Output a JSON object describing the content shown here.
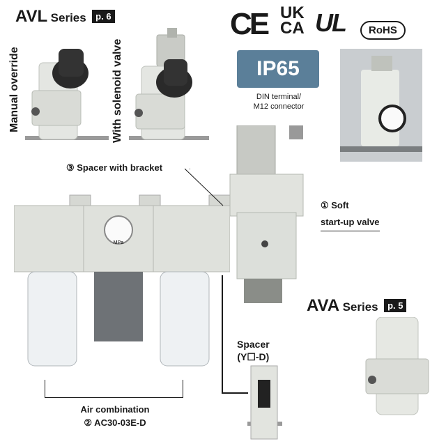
{
  "avl": {
    "name": "AVL",
    "series": "Series",
    "page": "p. 6",
    "manual_override": "Manual override",
    "with_solenoid": "With solenoid valve"
  },
  "certs": {
    "ce": "CΕ",
    "ukca_top": "UK",
    "ukca_bottom": "CA",
    "ul": "UL",
    "rohs": "RoHS"
  },
  "ip": {
    "rating": "IP65",
    "caption_line1": "DIN terminal/",
    "caption_line2": "M12 connector"
  },
  "callouts": {
    "spacer_bracket": "③ Spacer with bracket",
    "soft_start_line1": "① Soft",
    "soft_start_line2": "start-up valve",
    "spacer_line1": "Spacer",
    "spacer_line2": "(Y☐-D)",
    "air_combo_line1": "Air combination",
    "air_combo_line2": "② AC30-03E-D"
  },
  "ava": {
    "name": "AVA",
    "series": "Series",
    "page": "p. 5"
  },
  "gauge": {
    "unit": "MPa"
  }
}
